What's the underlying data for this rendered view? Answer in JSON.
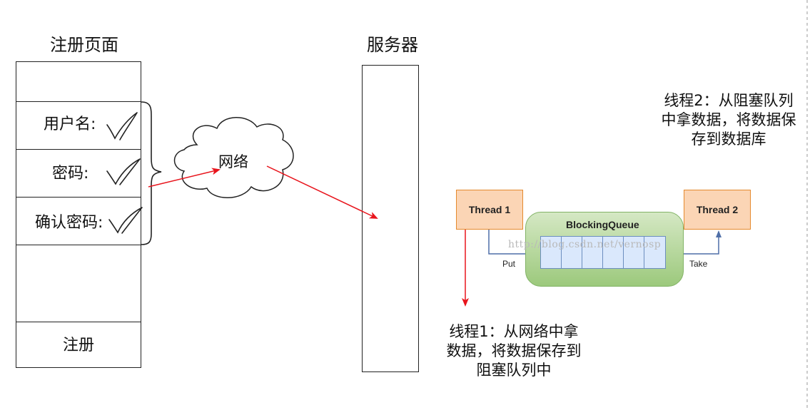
{
  "register_page": {
    "title": "注册页面",
    "fields": [
      {
        "label": "用户名:",
        "checked": true
      },
      {
        "label": "密码:",
        "checked": true
      },
      {
        "label": "确认密码:",
        "checked": true
      }
    ],
    "submit_label": "注册"
  },
  "network_label": "网络",
  "server_title": "服务器",
  "blocking_queue": {
    "thread1": "Thread 1",
    "thread2": "Thread 2",
    "queue_title": "BlockingQueue",
    "put_label": "Put",
    "take_label": "Take",
    "watermark": "http://blog.csdn.net/vernosp"
  },
  "note_thread1": [
    "线程1：从网络中拿",
    "数据，将数据保存到",
    "阻塞队列中"
  ],
  "note_thread2": [
    "线程2：从阻塞队列",
    "中拿数据，将数据保",
    "存到数据库"
  ],
  "colors": {
    "arrow_red": "#e8141c",
    "thread_fill": "#fbd5b5",
    "thread_border": "#e58a2e",
    "queue_green": "#9cc97c",
    "queue_cells": "#dae8fc",
    "flow_blue": "#6c8ebf"
  }
}
